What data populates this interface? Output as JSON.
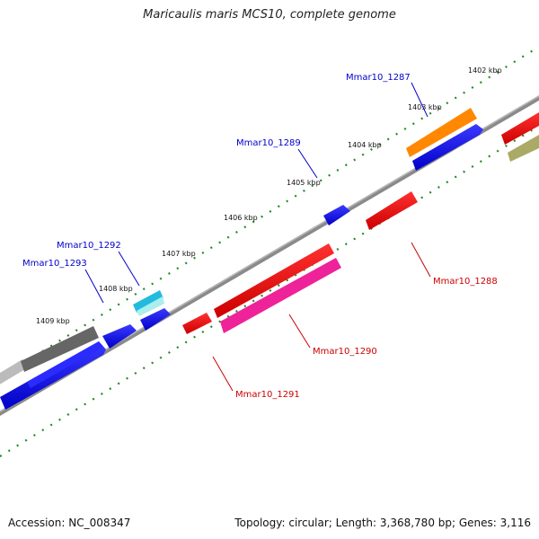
{
  "title": "Maricaulis maris MCS10, complete genome",
  "footer": {
    "accession": "Accession: NC_008347",
    "topology": "Topology: circular; Length: 3,368,780 bp; Genes: 3,116"
  },
  "colors": {
    "backbone": "#888888",
    "tick": "#228822",
    "forward_label": "#0000cc",
    "reverse_label": "#cc0000"
  },
  "kbp_labels": [
    "1402 kbp",
    "1403 kbp",
    "1404 kbp",
    "1405 kbp",
    "1406 kbp",
    "1407 kbp",
    "1408 kbp",
    "1409 kbp"
  ],
  "gene_labels": {
    "forward": [
      "Mmar10_1287",
      "Mmar10_1289",
      "Mmar10_1292",
      "Mmar10_1293"
    ],
    "reverse": [
      "Mmar10_1288",
      "Mmar10_1290",
      "Mmar10_1291"
    ]
  }
}
